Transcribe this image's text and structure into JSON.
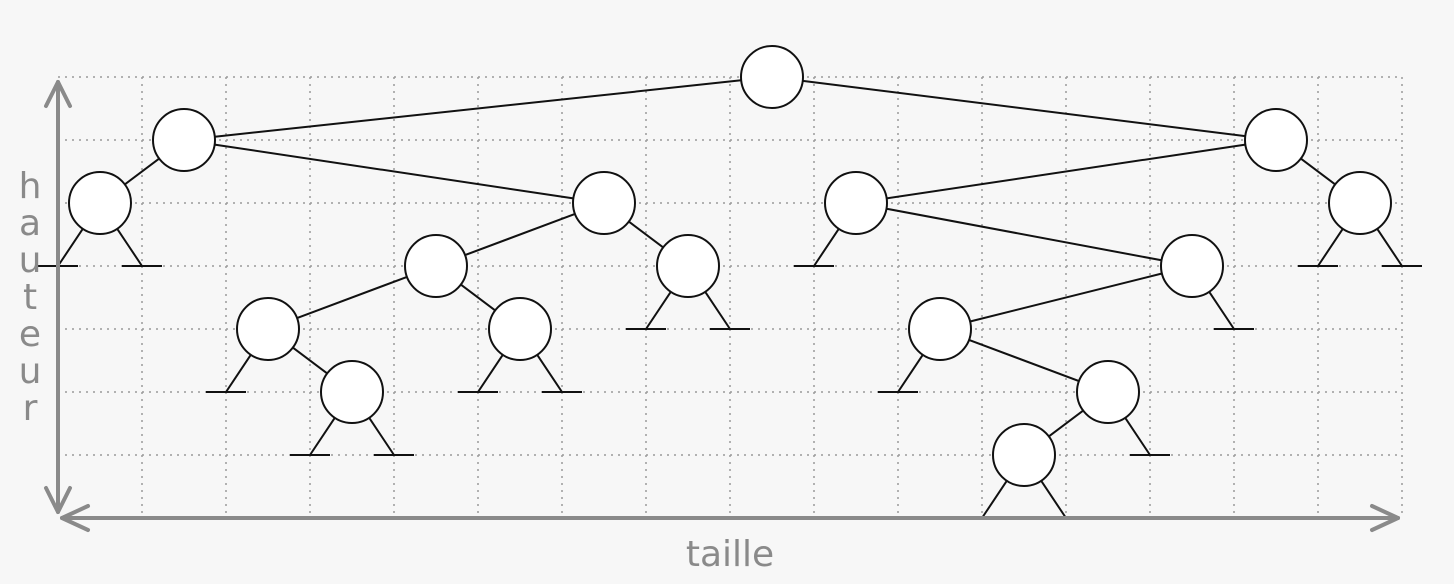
{
  "axes": {
    "x_label": "taille",
    "y_label": "hauteur"
  },
  "colors": {
    "background": "#f7f7f7",
    "axis": "#8a8a8a",
    "grid": "#9a9a9a",
    "tree": "#111111"
  },
  "tree": {
    "nodes": [
      {
        "id": "n0",
        "col": 8.5,
        "level": 0,
        "parent": null
      },
      {
        "id": "n1",
        "col": 1.5,
        "level": 1,
        "parent": "n0"
      },
      {
        "id": "n2",
        "col": 14.5,
        "level": 1,
        "parent": "n0"
      },
      {
        "id": "n3",
        "col": 0.5,
        "level": 2,
        "parent": "n1",
        "stubs": [
          "left",
          "right"
        ]
      },
      {
        "id": "n4",
        "col": 6.5,
        "level": 2,
        "parent": "n1"
      },
      {
        "id": "n5",
        "col": 9.5,
        "level": 2,
        "parent": "n2",
        "stubs": [
          "left"
        ]
      },
      {
        "id": "n6",
        "col": 15.5,
        "level": 2,
        "parent": "n2",
        "stubs": [
          "left",
          "right"
        ]
      },
      {
        "id": "n7",
        "col": 4.5,
        "level": 3,
        "parent": "n4"
      },
      {
        "id": "n8",
        "col": 7.5,
        "level": 3,
        "parent": "n4",
        "stubs": [
          "left",
          "right"
        ]
      },
      {
        "id": "n9",
        "col": 13.5,
        "level": 3,
        "parent": "n5",
        "stubs": [
          "right"
        ]
      },
      {
        "id": "n10",
        "col": 2.5,
        "level": 4,
        "parent": "n7",
        "stubs": [
          "left"
        ]
      },
      {
        "id": "n11",
        "col": 5.5,
        "level": 4,
        "parent": "n7",
        "stubs": [
          "left",
          "right"
        ]
      },
      {
        "id": "n12",
        "col": 10.5,
        "level": 4,
        "parent": "n9",
        "stubs": [
          "left"
        ]
      },
      {
        "id": "n13",
        "col": 3.5,
        "level": 5,
        "parent": "n10",
        "stubs": [
          "left",
          "right"
        ]
      },
      {
        "id": "n14",
        "col": 12.5,
        "level": 5,
        "parent": "n12",
        "stubs": [
          "right"
        ]
      },
      {
        "id": "n15",
        "col": 11.5,
        "level": 6,
        "parent": "n14",
        "stubs": [
          "left",
          "right"
        ]
      }
    ]
  }
}
